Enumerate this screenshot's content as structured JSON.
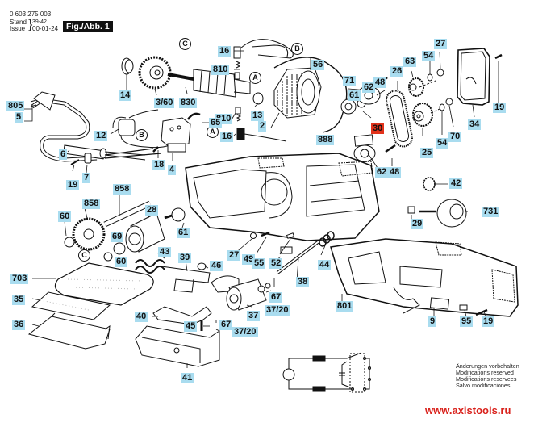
{
  "header": {
    "part_number": "0 603 275 003",
    "stand_label": "Stand",
    "issue_label": "Issue",
    "stand_value": "39-42",
    "issue_value": "00-01-24",
    "figure_title": "Fig./Abb. 1"
  },
  "colors": {
    "label_bg": "#a9dcef",
    "highlight_bg": "#e2321b",
    "url_color": "#d9211b",
    "line_color": "#111111"
  },
  "callouts": [
    {
      "id": "c16a",
      "text": "16"
    },
    {
      "id": "c810a",
      "text": "810"
    },
    {
      "id": "c56",
      "text": "56"
    },
    {
      "id": "c14",
      "text": "14"
    },
    {
      "id": "c360",
      "text": "3/60"
    },
    {
      "id": "c830",
      "text": "830"
    },
    {
      "id": "c13",
      "text": "13"
    },
    {
      "id": "c810b",
      "text": "810"
    },
    {
      "id": "c2",
      "text": "2"
    },
    {
      "id": "c65",
      "text": "65"
    },
    {
      "id": "c16b",
      "text": "16"
    },
    {
      "id": "c71",
      "text": "71"
    },
    {
      "id": "c61a",
      "text": "61"
    },
    {
      "id": "c62a",
      "text": "62"
    },
    {
      "id": "c48a",
      "text": "48"
    },
    {
      "id": "c30",
      "text": "30",
      "highlighted": true
    },
    {
      "id": "c26",
      "text": "26"
    },
    {
      "id": "c63",
      "text": "63"
    },
    {
      "id": "c54a",
      "text": "54"
    },
    {
      "id": "c27a",
      "text": "27"
    },
    {
      "id": "c19a",
      "text": "19"
    },
    {
      "id": "c34",
      "text": "34"
    },
    {
      "id": "c25",
      "text": "25"
    },
    {
      "id": "c54b",
      "text": "54"
    },
    {
      "id": "c70",
      "text": "70"
    },
    {
      "id": "c805",
      "text": "805"
    },
    {
      "id": "c5",
      "text": "5"
    },
    {
      "id": "c12",
      "text": "12"
    },
    {
      "id": "c18",
      "text": "18"
    },
    {
      "id": "c4",
      "text": "4"
    },
    {
      "id": "c6",
      "text": "6"
    },
    {
      "id": "c19b",
      "text": "19"
    },
    {
      "id": "c7",
      "text": "7"
    },
    {
      "id": "c888",
      "text": "888"
    },
    {
      "id": "c62b",
      "text": "62"
    },
    {
      "id": "c48b",
      "text": "48"
    },
    {
      "id": "c42",
      "text": "42"
    },
    {
      "id": "c731",
      "text": "731"
    },
    {
      "id": "c29",
      "text": "29"
    },
    {
      "id": "c858a",
      "text": "858"
    },
    {
      "id": "c858b",
      "text": "858"
    },
    {
      "id": "c60a",
      "text": "60"
    },
    {
      "id": "c28",
      "text": "28"
    },
    {
      "id": "c61b",
      "text": "61"
    },
    {
      "id": "c69",
      "text": "69"
    },
    {
      "id": "c60b",
      "text": "60"
    },
    {
      "id": "c43",
      "text": "43"
    },
    {
      "id": "c39",
      "text": "39"
    },
    {
      "id": "c46",
      "text": "46"
    },
    {
      "id": "c27b",
      "text": "27"
    },
    {
      "id": "c49",
      "text": "49"
    },
    {
      "id": "c55",
      "text": "55"
    },
    {
      "id": "c52",
      "text": "52"
    },
    {
      "id": "c44",
      "text": "44"
    },
    {
      "id": "c38",
      "text": "38"
    },
    {
      "id": "c67a",
      "text": "67"
    },
    {
      "id": "c3720a",
      "text": "37/20"
    },
    {
      "id": "c37",
      "text": "37"
    },
    {
      "id": "c801",
      "text": "801"
    },
    {
      "id": "c703",
      "text": "703"
    },
    {
      "id": "c35",
      "text": "35"
    },
    {
      "id": "c36",
      "text": "36"
    },
    {
      "id": "c40",
      "text": "40"
    },
    {
      "id": "c45",
      "text": "45"
    },
    {
      "id": "c67b",
      "text": "67"
    },
    {
      "id": "c3720b",
      "text": "37/20"
    },
    {
      "id": "c41",
      "text": "41"
    },
    {
      "id": "c9",
      "text": "9"
    },
    {
      "id": "c95",
      "text": "95"
    },
    {
      "id": "c19c",
      "text": "19"
    }
  ],
  "circle_markers": [
    {
      "id": "mB1",
      "text": "B"
    },
    {
      "id": "mC1",
      "text": "C"
    },
    {
      "id": "mA1",
      "text": "A"
    },
    {
      "id": "mA2",
      "text": "A"
    },
    {
      "id": "mB2",
      "text": "B"
    },
    {
      "id": "mC2",
      "text": "C"
    }
  ],
  "notes": [
    "Änderungen vorbehalten",
    "Modifications reserved",
    "Modifications reservees",
    "Salvo modificaciones"
  ],
  "website": "www.axistools.ru"
}
